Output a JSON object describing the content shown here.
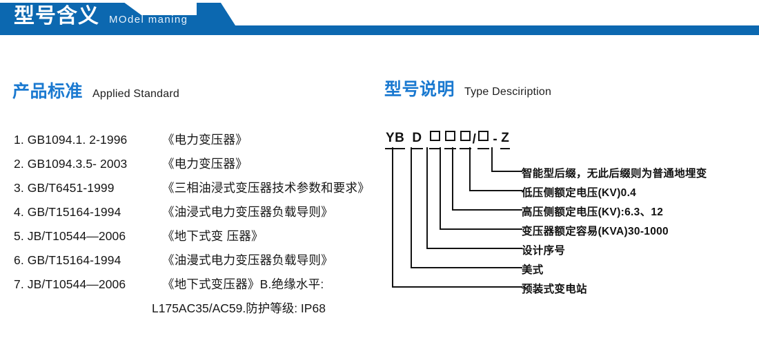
{
  "banner": {
    "title_cn": "型号含义",
    "title_en": "MOdel maning",
    "bar_color": "#0c68b0"
  },
  "sections": {
    "left": {
      "heading_cn": "产品标准",
      "heading_en": "Applied Standard",
      "heading_color": "#1a79d0"
    },
    "right": {
      "heading_cn": "型号说明",
      "heading_en": "Type Desciription",
      "heading_color": "#1a79d0"
    }
  },
  "standards": [
    {
      "code": "1. GB1094.1. 2-1996",
      "name": "《电力变压器》"
    },
    {
      "code": "2. GB1094.3.5- 2003",
      "name": "《电力变压器》"
    },
    {
      "code": "3. GB/T6451-1999",
      "name": "《三相油浸式变压器技术参数和要求》"
    },
    {
      "code": "4. GB/T15164-1994",
      "name": "《油浸式电力变压器负载导则》"
    },
    {
      "code": "5. JB/T10544—2006",
      "name": "《地下式变 压器》"
    },
    {
      "code": "6. GB/T15164-1994",
      "name": "《油漫式电力变压器负载导则》"
    },
    {
      "code": "7. JB/T10544—2006",
      "name": "《地下式变压器》B.绝缘水平:"
    }
  ],
  "standards_continuation": "L175AC35/AC59.防护等级: IP68",
  "type_code": {
    "segments": [
      {
        "text": "YB",
        "kind": "text",
        "underlined": true
      },
      {
        "text": "D",
        "kind": "text",
        "underlined": true
      },
      {
        "text": "",
        "kind": "box",
        "underlined": true
      },
      {
        "text": "",
        "kind": "box",
        "underlined": true
      },
      {
        "text": "",
        "kind": "box",
        "underlined": true
      },
      {
        "text": "/",
        "kind": "plain",
        "underlined": false
      },
      {
        "text": "",
        "kind": "box",
        "underlined": true
      },
      {
        "text": "-",
        "kind": "plain",
        "underlined": false
      },
      {
        "text": "Z",
        "kind": "text",
        "underlined": true
      }
    ],
    "full": "YB D □□□/□ - Z"
  },
  "descriptions": [
    "智能型后缀，无此后缀则为普通地埋变",
    "低压侧额定电压(KV)0.4",
    "高压侧额定电压(KV):6.3、12",
    "变压器额定容易(KVA)30-1000",
    "设计序号",
    "美式",
    "预装式变电站"
  ]
}
